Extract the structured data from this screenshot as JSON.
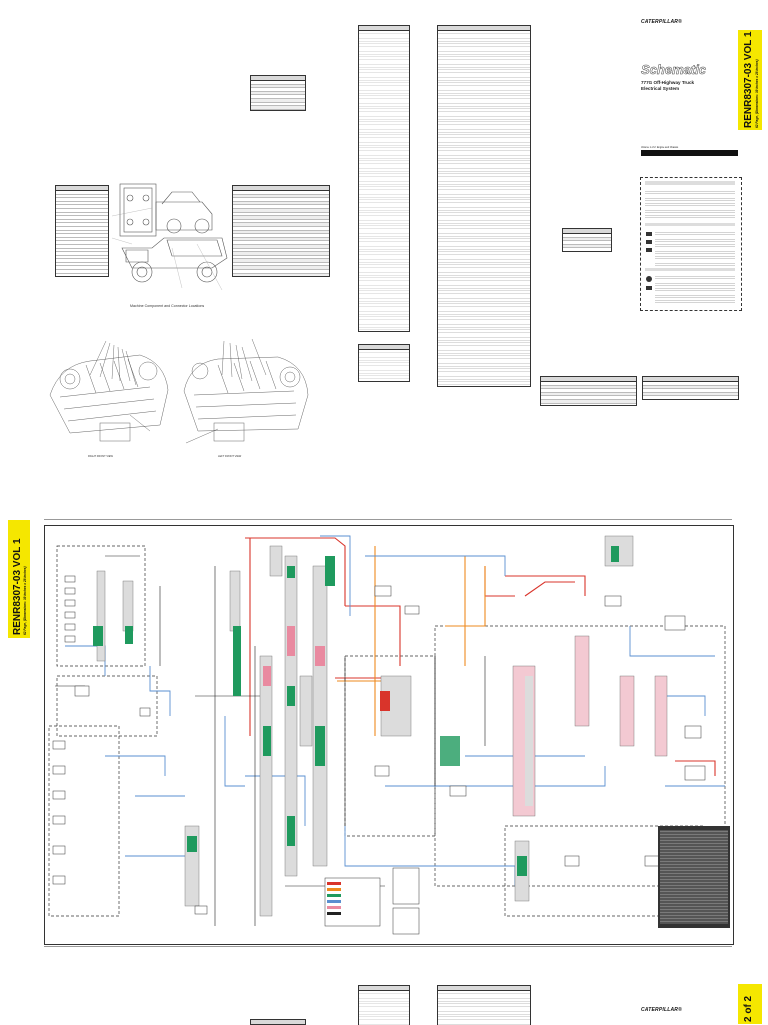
{
  "document": {
    "brand": "CATERPILLAR®",
    "title": "Schematic",
    "subtitle_line1": "777G Off-Highway Truck",
    "subtitle_line2": "Electrical System",
    "note": "Volume 1 of 2: Engine and Chassis",
    "caption_locations": "Machine Component and Connector Locations",
    "caption_right_view": "RIGHT FRONT VIEW",
    "caption_left_view": "LEFT FRONT VIEW"
  },
  "tabs": {
    "top": {
      "code": "RENR8307-03 VOL 1",
      "sub": "62 Page, (Dimensions: 39 inches x 28 inches)"
    },
    "middle": {
      "code": "RENR8307-03 VOL 1",
      "sub": "62 Page, (Dimensions: 39 inches x 28 inches)"
    },
    "bottom": {
      "code": "2 of 2"
    }
  },
  "colors": {
    "tab_yellow": "#f5e700",
    "wire_red": "#d9342b",
    "wire_orange": "#ee8a1e",
    "wire_blue": "#5a8fd0",
    "wire_green": "#1f9a5e",
    "wire_pink": "#e98aa0",
    "wire_black": "#222222"
  }
}
